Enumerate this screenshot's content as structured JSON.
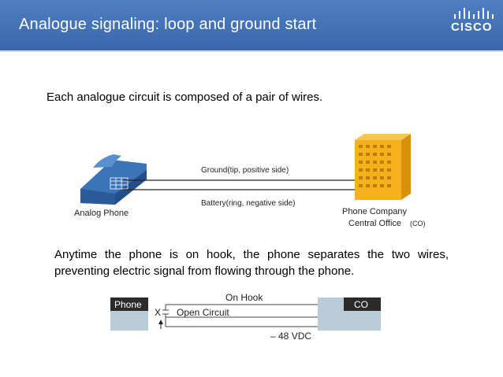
{
  "slide": {
    "title": "Analogue signaling: loop and ground start",
    "logo_text": "CISCO",
    "intro": "Each analogue circuit is composed of a pair of wires.",
    "paragraph": "Anytime the phone is on hook, the phone separates the two wires, preventing electric signal from flowing through the phone."
  },
  "diagram1": {
    "phone_label": "Analog Phone",
    "wire_top_label": "Ground(tip, positive side)",
    "wire_bottom_label": "Battery(ring, negative side)",
    "co_label_line1": "Phone Company",
    "co_label_line2": "Central Office",
    "co_abbrev": "(CO)"
  },
  "diagram2": {
    "phone_label": "Phone",
    "co_label": "CO",
    "state_label": "On Hook",
    "circuit_label": "Open Circuit",
    "voltage_label": "– 48 VDC"
  },
  "colors": {
    "header": "#3e6cb2",
    "phone_blue": "#3d74b8",
    "building_orange": "#f5b11b",
    "box_dark": "#2b2b2b",
    "box_gray": "#b9cbd8"
  }
}
